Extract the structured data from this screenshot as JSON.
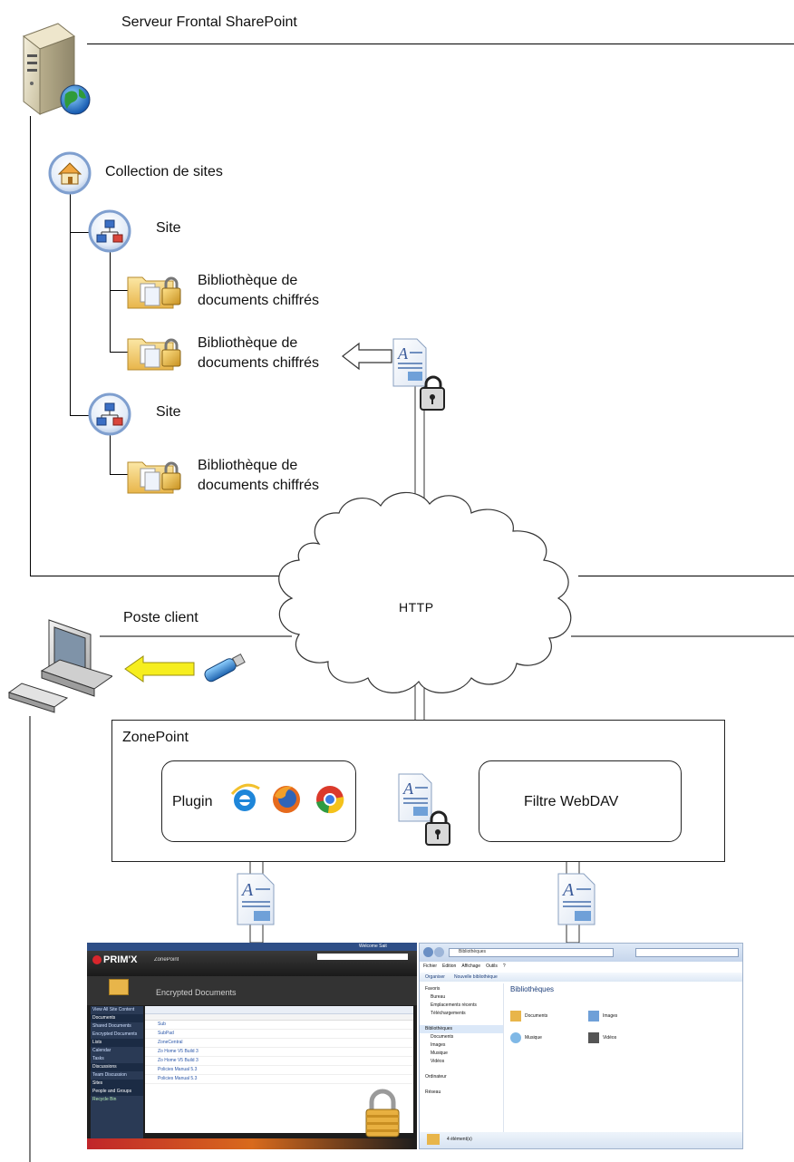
{
  "server": {
    "title": "Serveur Frontal SharePoint"
  },
  "tree": {
    "collection": "Collection de sites",
    "site1": "Site",
    "site2": "Site",
    "lib1_l1": "Bibliothèque de",
    "lib1_l2": "documents chiffrés",
    "lib2_l1": "Bibliothèque de",
    "lib2_l2": "documents chiffrés",
    "lib3_l1": "Bibliothèque de",
    "lib3_l2": "documents chiffrés"
  },
  "network": {
    "protocol": "HTTP"
  },
  "client": {
    "title": "Poste client"
  },
  "zonepoint": {
    "title": "ZonePoint",
    "plugin": "Plugin",
    "filter": "Filtre WebDAV"
  },
  "sharepoint_shot": {
    "welcome": "Welcome Sait",
    "brand": "PRIM'X",
    "site": "ZonePoint",
    "heading": "Encrypted Documents",
    "nav": [
      "View All Site Content",
      "Documents",
      "Shared Documents",
      "Encrypted Documents",
      "Lists",
      "Calendar",
      "Tasks",
      "Discussions",
      "Team Discussion",
      "Sites",
      "People and Groups",
      "Recycle Bin"
    ],
    "rows": [
      "Sub",
      "SubPad",
      "ZoneCentral",
      "Zo Home V5 Build 3",
      "Zo Home V5 Build 3",
      "Policies Manual 5.3",
      "Policies Manual 5.3"
    ]
  },
  "explorer_shot": {
    "address": "Bibliothèques",
    "menu": [
      "Fichier",
      "Edition",
      "Affichage",
      "Outils",
      "?"
    ],
    "toolbar": [
      "Organiser",
      "Nouvelle bibliothèque"
    ],
    "heading": "Bibliothèques",
    "sidebar": [
      "Favoris",
      "Bureau",
      "Emplacements récents",
      "Téléchargements",
      "Bibliothèques",
      "Documents",
      "Images",
      "Musique",
      "Vidéos",
      "Ordinateur",
      "Réseau"
    ],
    "items": [
      "Documents",
      "Images",
      "Musique",
      "Vidéos"
    ],
    "status": "4 élément(s)"
  }
}
